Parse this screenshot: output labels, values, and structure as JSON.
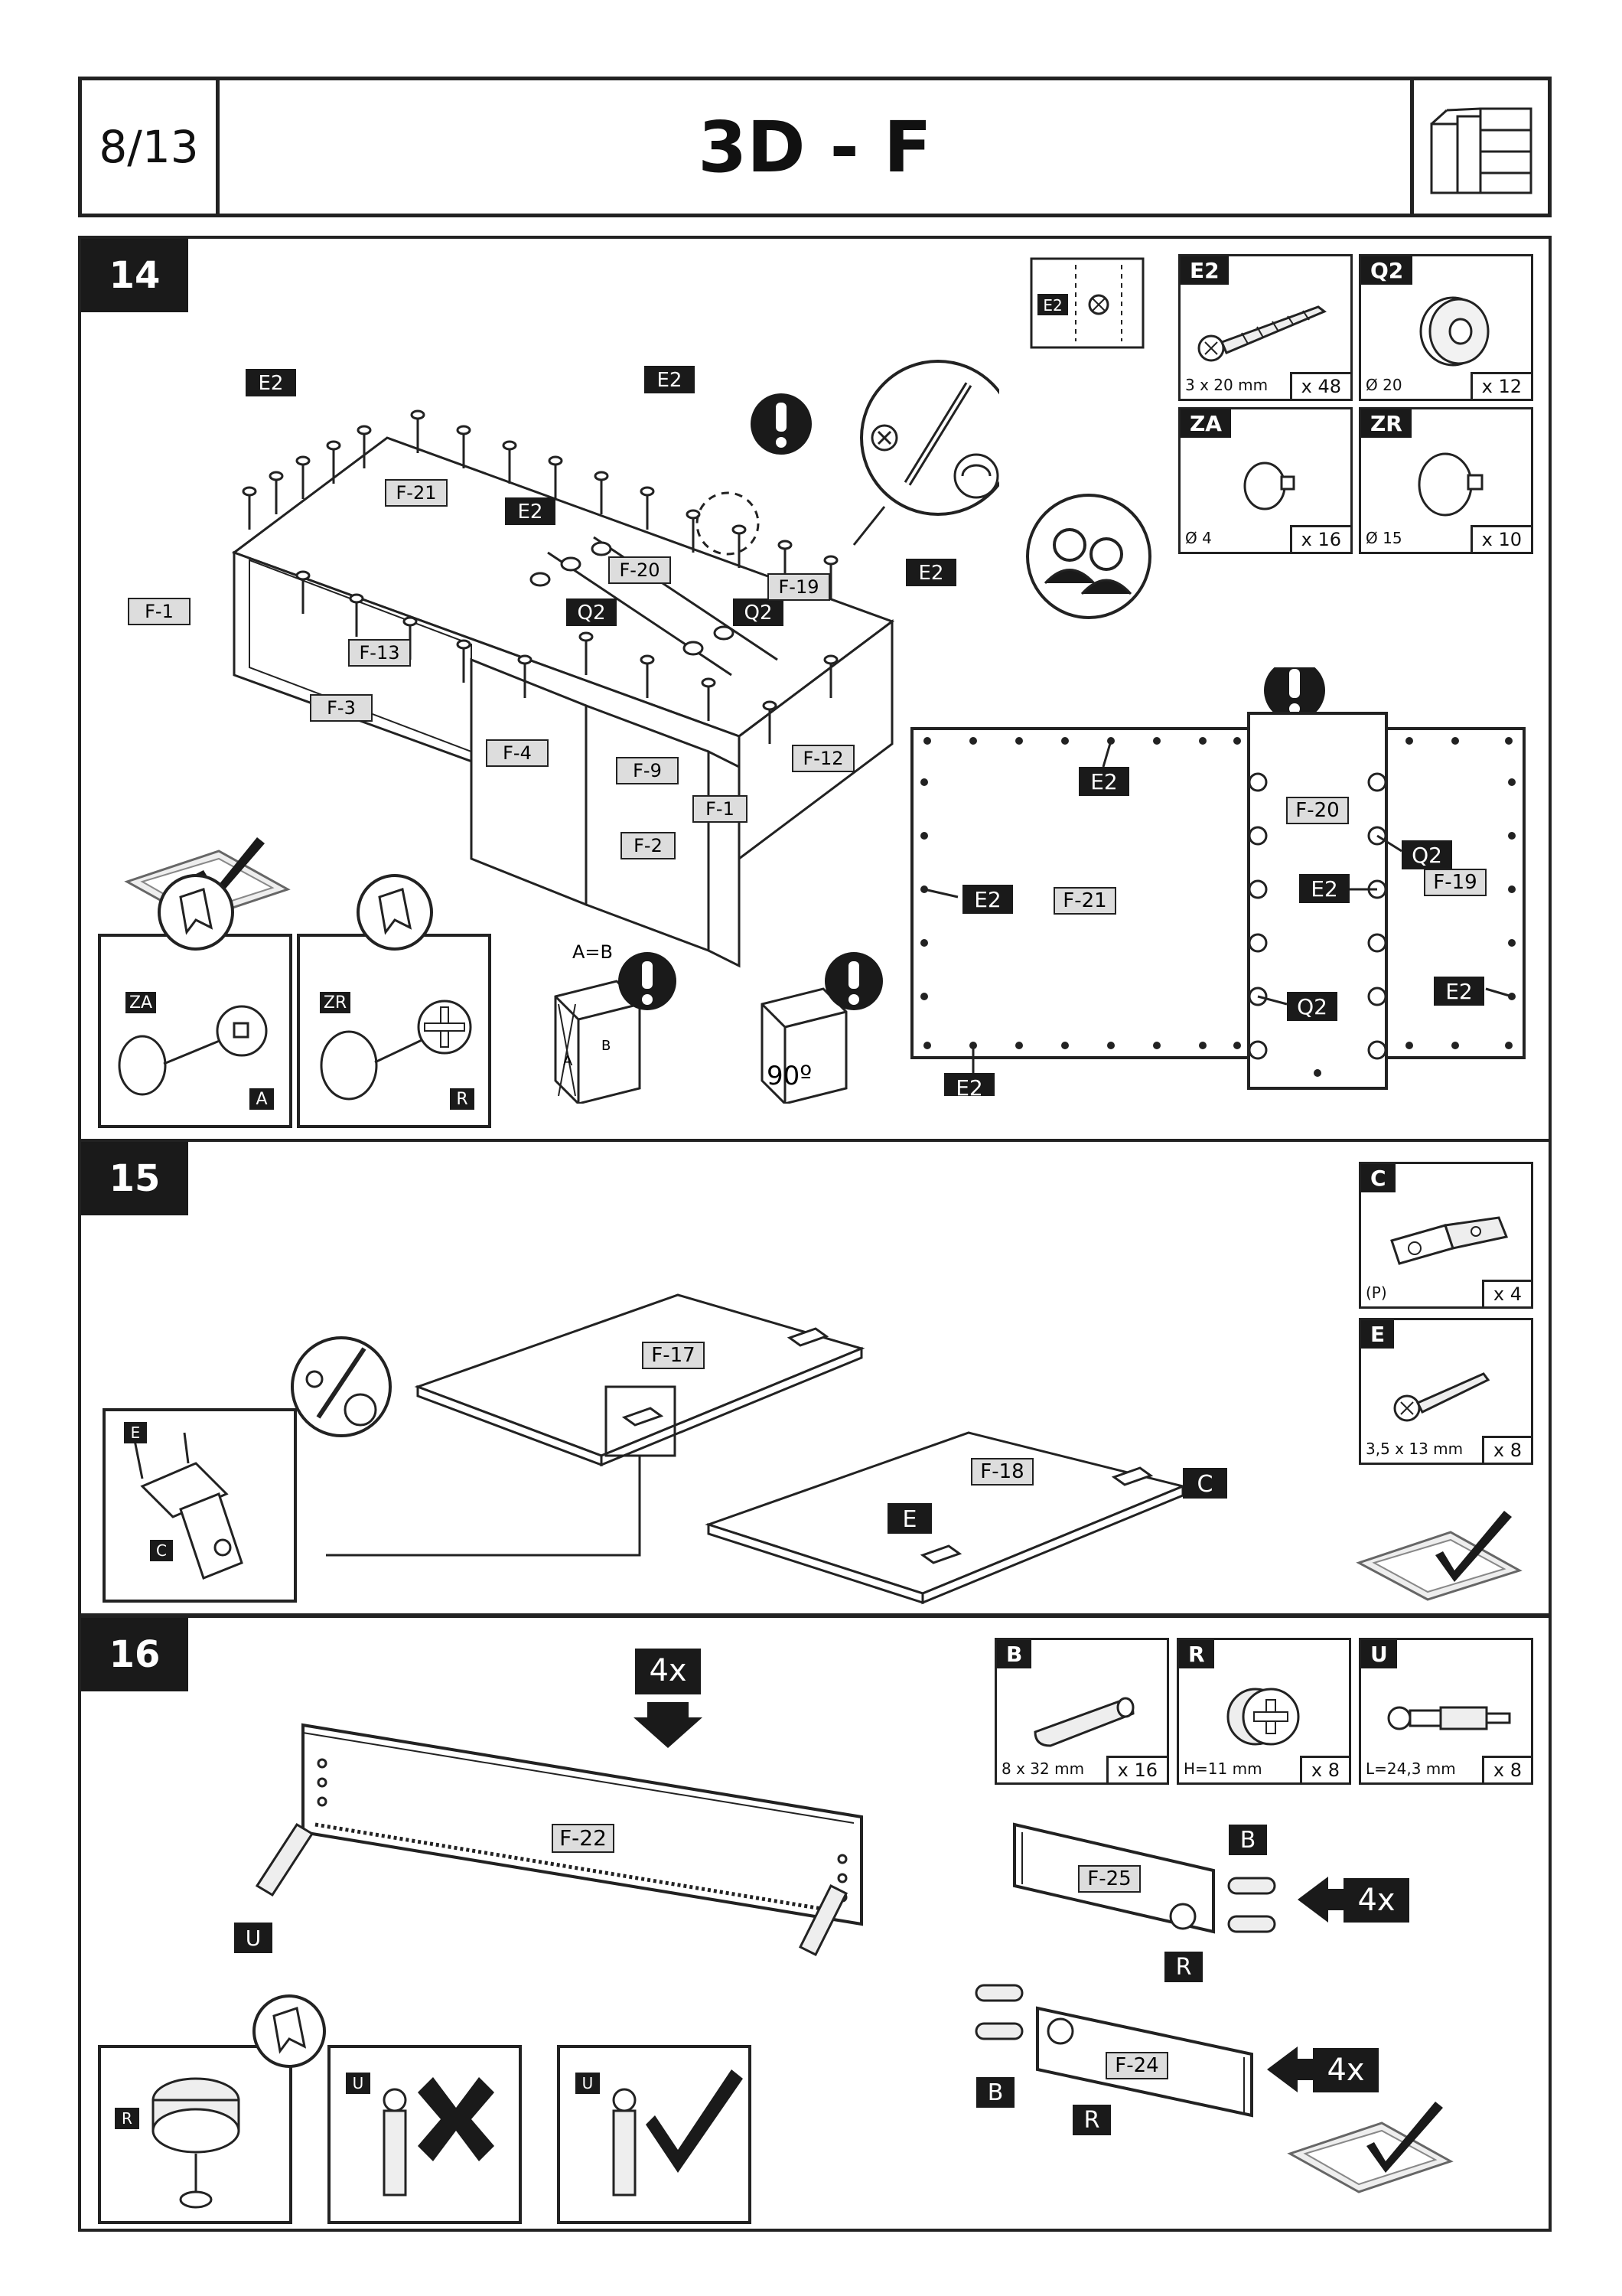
{
  "header": {
    "page_number": "8/13",
    "title": "3D - F"
  },
  "steps": [
    {
      "number": "14",
      "parts": [
        {
          "code": "E2",
          "size": "3 x 20 mm",
          "qty": "x 48"
        },
        {
          "code": "Q2",
          "size": "Ø 20",
          "qty": "x 12"
        },
        {
          "code": "ZA",
          "size": "Ø 4",
          "qty": "x 16"
        },
        {
          "code": "ZR",
          "size": "Ø 15",
          "qty": "x 10"
        }
      ],
      "labels": {
        "e2": "E2",
        "q2": "Q2",
        "f21": "F-21",
        "f20": "F-20",
        "f19": "F-19",
        "f1": "F-1",
        "f13": "F-13",
        "f3": "F-3",
        "f4": "F-4",
        "f9": "F-9",
        "f12": "F-12",
        "f2": "F-2",
        "za": "ZA",
        "zr": "ZR",
        "a": "A",
        "r": "R",
        "ab": "A=B",
        "b": "B",
        "deg": "90º"
      }
    },
    {
      "number": "15",
      "parts": [
        {
          "code": "C",
          "size": "(P)",
          "qty": "x 4"
        },
        {
          "code": "E",
          "size": "3,5 x 13 mm",
          "qty": "x 8"
        }
      ],
      "labels": {
        "f17": "F-17",
        "f18": "F-18",
        "c": "C",
        "e": "E"
      }
    },
    {
      "number": "16",
      "parts": [
        {
          "code": "B",
          "size": "8 x 32 mm",
          "qty": "x 16"
        },
        {
          "code": "R",
          "size": "H=11 mm",
          "qty": "x 8"
        },
        {
          "code": "U",
          "size": "L=24,3 mm",
          "qty": "x 8"
        }
      ],
      "labels": {
        "f22": "F-22",
        "f25": "F-25",
        "f24": "F-24",
        "u": "U",
        "b": "B",
        "r": "R",
        "times4": "4x"
      }
    }
  ]
}
